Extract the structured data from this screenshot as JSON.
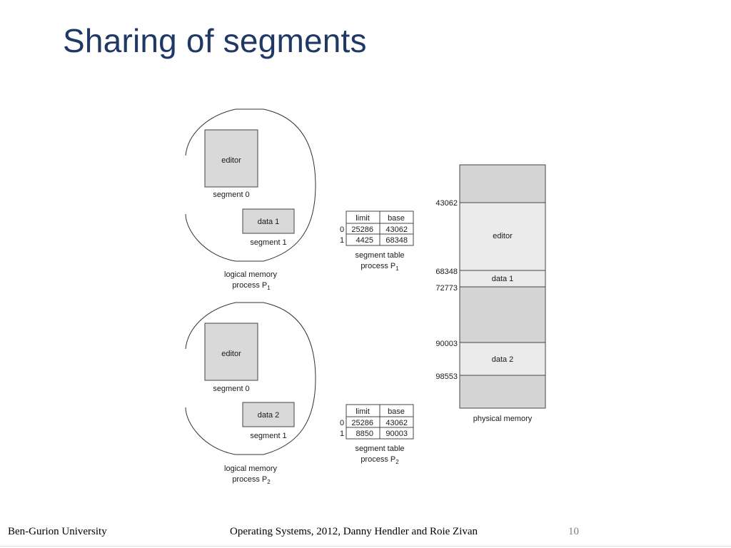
{
  "slide": {
    "title": "Sharing of segments",
    "footer_left": "Ben-Gurion University",
    "footer_center": "Operating Systems, 2012, Danny Hendler and Roie Zivan",
    "page_number": "10"
  },
  "diagram": {
    "process1": {
      "seg0_name": "editor",
      "seg0_label": "segment 0",
      "seg1_name": "data 1",
      "seg1_label": "segment 1",
      "caption_line1": "logical memory",
      "caption_line2": "process P",
      "caption_sub": "1"
    },
    "process2": {
      "seg0_name": "editor",
      "seg0_label": "segment 0",
      "seg1_name": "data 2",
      "seg1_label": "segment 1",
      "caption_line1": "logical memory",
      "caption_line2": "process P",
      "caption_sub": "2"
    },
    "table1": {
      "headers": [
        "limit",
        "base"
      ],
      "rows": [
        {
          "index": "0",
          "limit": "25286",
          "base": "43062"
        },
        {
          "index": "1",
          "limit": "4425",
          "base": "68348"
        }
      ],
      "caption_line1": "segment table",
      "caption_line2": "process P",
      "caption_sub": "1"
    },
    "table2": {
      "headers": [
        "limit",
        "base"
      ],
      "rows": [
        {
          "index": "0",
          "limit": "25286",
          "base": "43062"
        },
        {
          "index": "1",
          "limit": "8850",
          "base": "90003"
        }
      ],
      "caption_line1": "segment table",
      "caption_line2": "process P",
      "caption_sub": "2"
    },
    "physical": {
      "addresses": [
        "43062",
        "68348",
        "72773",
        "90003",
        "98553"
      ],
      "blocks": [
        "editor",
        "data 1",
        "data 2"
      ],
      "caption": "physical memory"
    }
  }
}
